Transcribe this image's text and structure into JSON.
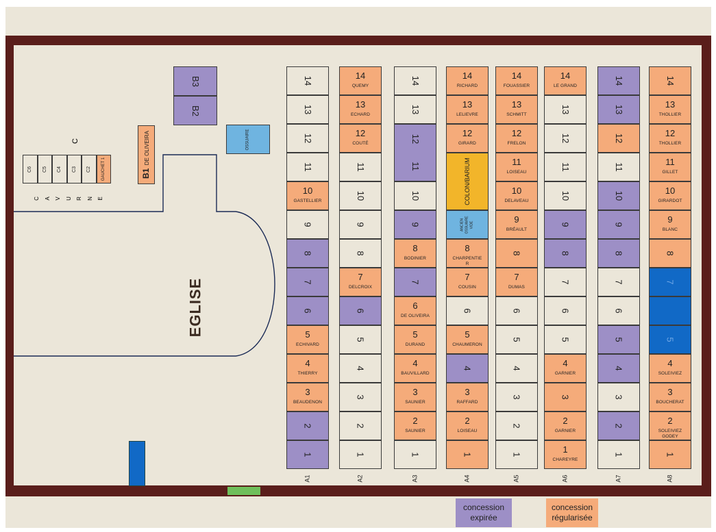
{
  "colors": {
    "expired": "#9d8fc6",
    "regularized": "#f5ab7a",
    "empty": "#ebe6d9",
    "ossuary": "#6fb4e0",
    "special_yellow": "#f2b52a",
    "blue": "#1169c6",
    "wall": "#5a1e1b",
    "green": "#6fbf5b"
  },
  "church": {
    "label": "EGLISE"
  },
  "b_plots": {
    "b3": "B3",
    "b2": "B2",
    "b1_num": "B1",
    "b1_name": "DE OLIVEIRA"
  },
  "ossuaire": {
    "label": "OSSUAIRE"
  },
  "c_group": {
    "title": "C",
    "slots": [
      "C6",
      "C5",
      "C4",
      "C3",
      "C2"
    ],
    "gauchet": "GAUCHET",
    "gauchet_num": "1",
    "cavurne": [
      "C",
      "A",
      "V",
      "U",
      "R",
      "N",
      "E"
    ]
  },
  "columns": [
    {
      "label": "A1",
      "plots": [
        {
          "n": "14",
          "s": "empty"
        },
        {
          "n": "13",
          "s": "empty"
        },
        {
          "n": "12",
          "s": "empty"
        },
        {
          "n": "11",
          "s": "empty"
        },
        {
          "n": "10",
          "s": "reg",
          "name": "GASTELLIER"
        },
        {
          "n": "9",
          "s": "empty"
        },
        {
          "n": "8",
          "s": "exp"
        },
        {
          "n": "7",
          "s": "exp"
        },
        {
          "n": "6",
          "s": "exp"
        },
        {
          "n": "5",
          "s": "reg",
          "name": "ECHIVARD"
        },
        {
          "n": "4",
          "s": "reg",
          "name": "THIERRY"
        },
        {
          "n": "3",
          "s": "reg",
          "name": "BEAUDENON"
        },
        {
          "n": "2",
          "s": "exp"
        },
        {
          "n": "1",
          "s": "exp"
        }
      ]
    },
    {
      "label": "A2",
      "plots": [
        {
          "n": "14",
          "s": "reg",
          "name": "QUEMY"
        },
        {
          "n": "13",
          "s": "reg",
          "name": "ECHARD"
        },
        {
          "n": "12",
          "s": "reg",
          "name": "COUTÉ"
        },
        {
          "n": "11",
          "s": "empty"
        },
        {
          "n": "10",
          "s": "empty"
        },
        {
          "n": "9",
          "s": "empty"
        },
        {
          "n": "8",
          "s": "empty"
        },
        {
          "n": "7",
          "s": "reg",
          "name": "DELCROIX"
        },
        {
          "n": "6",
          "s": "exp"
        },
        {
          "n": "5",
          "s": "empty"
        },
        {
          "n": "4",
          "s": "empty"
        },
        {
          "n": "3",
          "s": "empty"
        },
        {
          "n": "2",
          "s": "empty"
        },
        {
          "n": "1",
          "s": "empty"
        }
      ]
    },
    {
      "label": "A3",
      "plots": [
        {
          "n": "14",
          "s": "empty"
        },
        {
          "n": "13",
          "s": "empty"
        },
        {
          "n": "12",
          "s": "exp",
          "span": 2,
          "second": "11"
        },
        {
          "n": "10",
          "s": "empty"
        },
        {
          "n": "9",
          "s": "exp"
        },
        {
          "n": "8",
          "s": "reg",
          "name": "BODINIER"
        },
        {
          "n": "7",
          "s": "exp"
        },
        {
          "n": "6",
          "s": "reg",
          "name": "DE OLIVEIRA"
        },
        {
          "n": "5",
          "s": "reg",
          "name": "DURAND"
        },
        {
          "n": "4",
          "s": "reg",
          "name": "BAUVILLARD"
        },
        {
          "n": "3",
          "s": "reg",
          "name": "SAUNIER"
        },
        {
          "n": "2",
          "s": "reg",
          "name": "SAUNIER"
        },
        {
          "n": "1",
          "s": "empty"
        }
      ]
    },
    {
      "label": "A4",
      "plots": [
        {
          "n": "14",
          "s": "reg",
          "name": "RICHARD"
        },
        {
          "n": "13",
          "s": "reg",
          "name": "LELIEVRE"
        },
        {
          "n": "12",
          "s": "reg",
          "name": "GIRARD"
        },
        {
          "n": "",
          "s": "yellow",
          "span": 2,
          "name": "COLON/BARIUM"
        },
        {
          "n": "",
          "s": "oss",
          "name": "ANCIEN OSSUAIRE VIDE"
        },
        {
          "n": "8",
          "s": "reg",
          "name": "CHARPENTIE",
          "name2": "R"
        },
        {
          "n": "7",
          "s": "reg",
          "name": "COUSIN"
        },
        {
          "n": "6",
          "s": "empty"
        },
        {
          "n": "5",
          "s": "reg",
          "name": "CHAUMERON"
        },
        {
          "n": "4",
          "s": "exp"
        },
        {
          "n": "3",
          "s": "reg",
          "name": "RAFFARD"
        },
        {
          "n": "2",
          "s": "reg",
          "name": "LOISEAU"
        },
        {
          "n": "1",
          "s": "reg"
        }
      ]
    },
    {
      "label": "A5",
      "plots": [
        {
          "n": "14",
          "s": "reg",
          "name": "FOUASSIER"
        },
        {
          "n": "13",
          "s": "reg",
          "name": "SCHMITT"
        },
        {
          "n": "12",
          "s": "reg",
          "name": "FRELON"
        },
        {
          "n": "11",
          "s": "reg",
          "name": "LOISEAU"
        },
        {
          "n": "10",
          "s": "reg",
          "name": "DELAVEAU"
        },
        {
          "n": "9",
          "s": "reg",
          "name": "BRÉAULT"
        },
        {
          "n": "8",
          "s": "reg"
        },
        {
          "n": "7",
          "s": "reg",
          "name": "DUMAS"
        },
        {
          "n": "6",
          "s": "empty"
        },
        {
          "n": "5",
          "s": "empty"
        },
        {
          "n": "4",
          "s": "empty"
        },
        {
          "n": "3",
          "s": "empty"
        },
        {
          "n": "2",
          "s": "empty"
        },
        {
          "n": "1",
          "s": "empty"
        }
      ]
    },
    {
      "label": "A6",
      "plots": [
        {
          "n": "14",
          "s": "reg",
          "name": "LE GRAND"
        },
        {
          "n": "13",
          "s": "empty"
        },
        {
          "n": "12",
          "s": "empty"
        },
        {
          "n": "11",
          "s": "empty"
        },
        {
          "n": "10",
          "s": "empty"
        },
        {
          "n": "9",
          "s": "exp"
        },
        {
          "n": "8",
          "s": "exp"
        },
        {
          "n": "7",
          "s": "empty"
        },
        {
          "n": "6",
          "s": "empty"
        },
        {
          "n": "5",
          "s": "empty"
        },
        {
          "n": "4",
          "s": "reg",
          "name": "GARNIER"
        },
        {
          "n": "3",
          "s": "reg"
        },
        {
          "n": "2",
          "s": "reg",
          "name": "GARNIER"
        },
        {
          "n": "1",
          "s": "reg",
          "name": "CHAREYRE"
        }
      ]
    },
    {
      "label": "A7",
      "plots": [
        {
          "n": "14",
          "s": "exp"
        },
        {
          "n": "13",
          "s": "exp"
        },
        {
          "n": "12",
          "s": "reg"
        },
        {
          "n": "11",
          "s": "empty"
        },
        {
          "n": "10",
          "s": "exp"
        },
        {
          "n": "9",
          "s": "exp"
        },
        {
          "n": "8",
          "s": "exp"
        },
        {
          "n": "7",
          "s": "empty"
        },
        {
          "n": "6",
          "s": "empty"
        },
        {
          "n": "5",
          "s": "exp"
        },
        {
          "n": "4",
          "s": "exp"
        },
        {
          "n": "3",
          "s": "empty"
        },
        {
          "n": "2",
          "s": "exp"
        },
        {
          "n": "1",
          "s": "empty"
        }
      ]
    },
    {
      "label": "A8",
      "plots": [
        {
          "n": "14",
          "s": "reg"
        },
        {
          "n": "13",
          "s": "reg",
          "name": "THOLLIER"
        },
        {
          "n": "12",
          "s": "reg",
          "name": "THOLLIER"
        },
        {
          "n": "11",
          "s": "reg",
          "name": "GILLET"
        },
        {
          "n": "10",
          "s": "reg",
          "name": "GIRARDOT"
        },
        {
          "n": "9",
          "s": "reg",
          "name": "BLANC"
        },
        {
          "n": "8",
          "s": "reg"
        },
        {
          "n": "7",
          "s": "blue"
        },
        {
          "n": "",
          "s": "blue"
        },
        {
          "n": "5",
          "s": "blue"
        },
        {
          "n": "4",
          "s": "reg",
          "name": "SOLEIVIEZ"
        },
        {
          "n": "3",
          "s": "reg",
          "name": "BOUCHERAT"
        },
        {
          "n": "2",
          "s": "reg",
          "name": "SOLEIVIEZ",
          "name2": "GODEY"
        },
        {
          "n": "1",
          "s": "reg"
        }
      ]
    }
  ],
  "legend": {
    "expired": [
      "concession",
      "expirée"
    ],
    "regularized": [
      "concession",
      "régularisée"
    ]
  }
}
